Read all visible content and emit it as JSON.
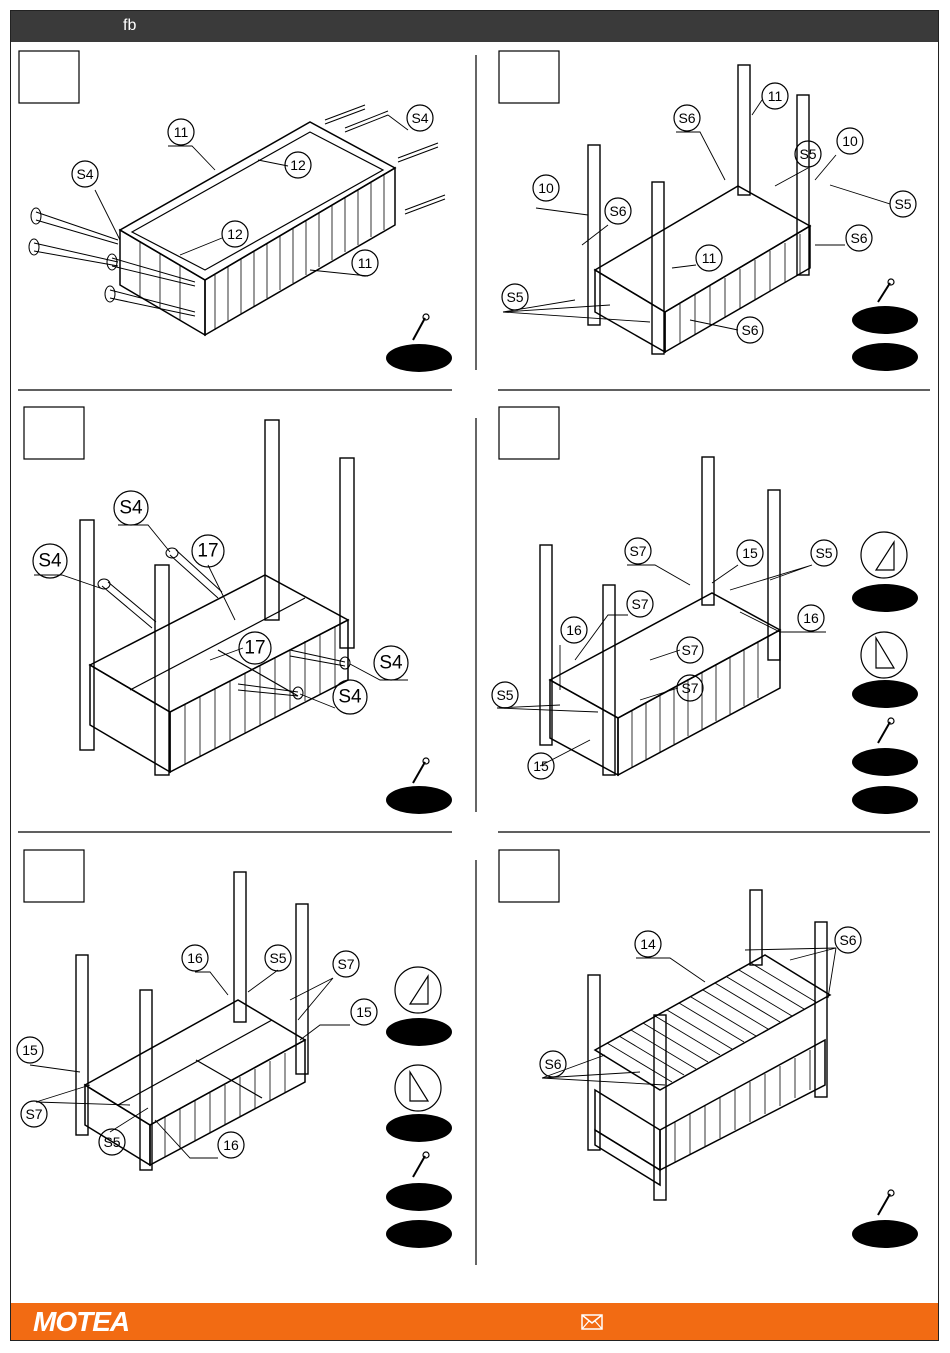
{
  "header": {
    "label": "fb"
  },
  "footer": {
    "brand": "MOTEA",
    "mail_icon": "envelope-icon"
  },
  "colors": {
    "header_bg": "#3a3a3a",
    "footer_bg": "#f26b13"
  },
  "steps": [
    {
      "callouts": [
        "11",
        "S4",
        "12",
        "S4",
        "12",
        "11"
      ]
    },
    {
      "callouts": [
        "11",
        "S6",
        "10",
        "S5",
        "10",
        "S6",
        "S5",
        "S6",
        "11",
        "S5",
        "S6"
      ]
    },
    {
      "callouts": [
        "S4",
        "17",
        "S4",
        "17",
        "S4",
        "S4"
      ]
    },
    {
      "callouts": [
        "S7",
        "15",
        "S5",
        "S7",
        "16",
        "16",
        "S7",
        "S7",
        "S5",
        "15"
      ]
    },
    {
      "callouts": [
        "16",
        "S5",
        "S7",
        "15",
        "15",
        "S7",
        "S5",
        "16"
      ]
    },
    {
      "callouts": [
        "14",
        "S6",
        "S6"
      ]
    }
  ]
}
